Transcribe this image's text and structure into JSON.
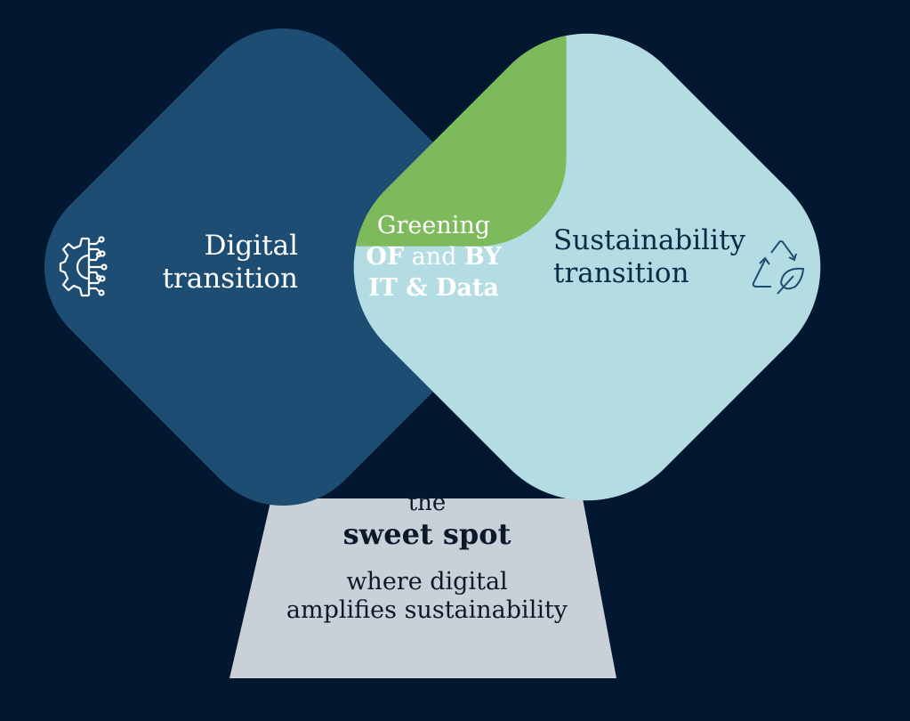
{
  "digital": {
    "line1": "Digital",
    "line2": "transition",
    "icon": "gear-circuit-icon"
  },
  "sustainability": {
    "line1": "Sustainability",
    "line2": "transition",
    "icon": "recycle-leaf-icon"
  },
  "intersection": {
    "line1": "Greening",
    "of": "OF",
    "and": "and",
    "by": "BY",
    "line3": "IT & Data"
  },
  "sweet_spot": {
    "pre": "the",
    "title": "sweet spot",
    "line1": "where digital",
    "line2": "amplifies sustainability"
  },
  "colors": {
    "background": "#011830",
    "digital": "#1e4d74",
    "sustainability": "#b3dde3",
    "intersection": "#7dba5c",
    "base": "#c9d0d8"
  }
}
